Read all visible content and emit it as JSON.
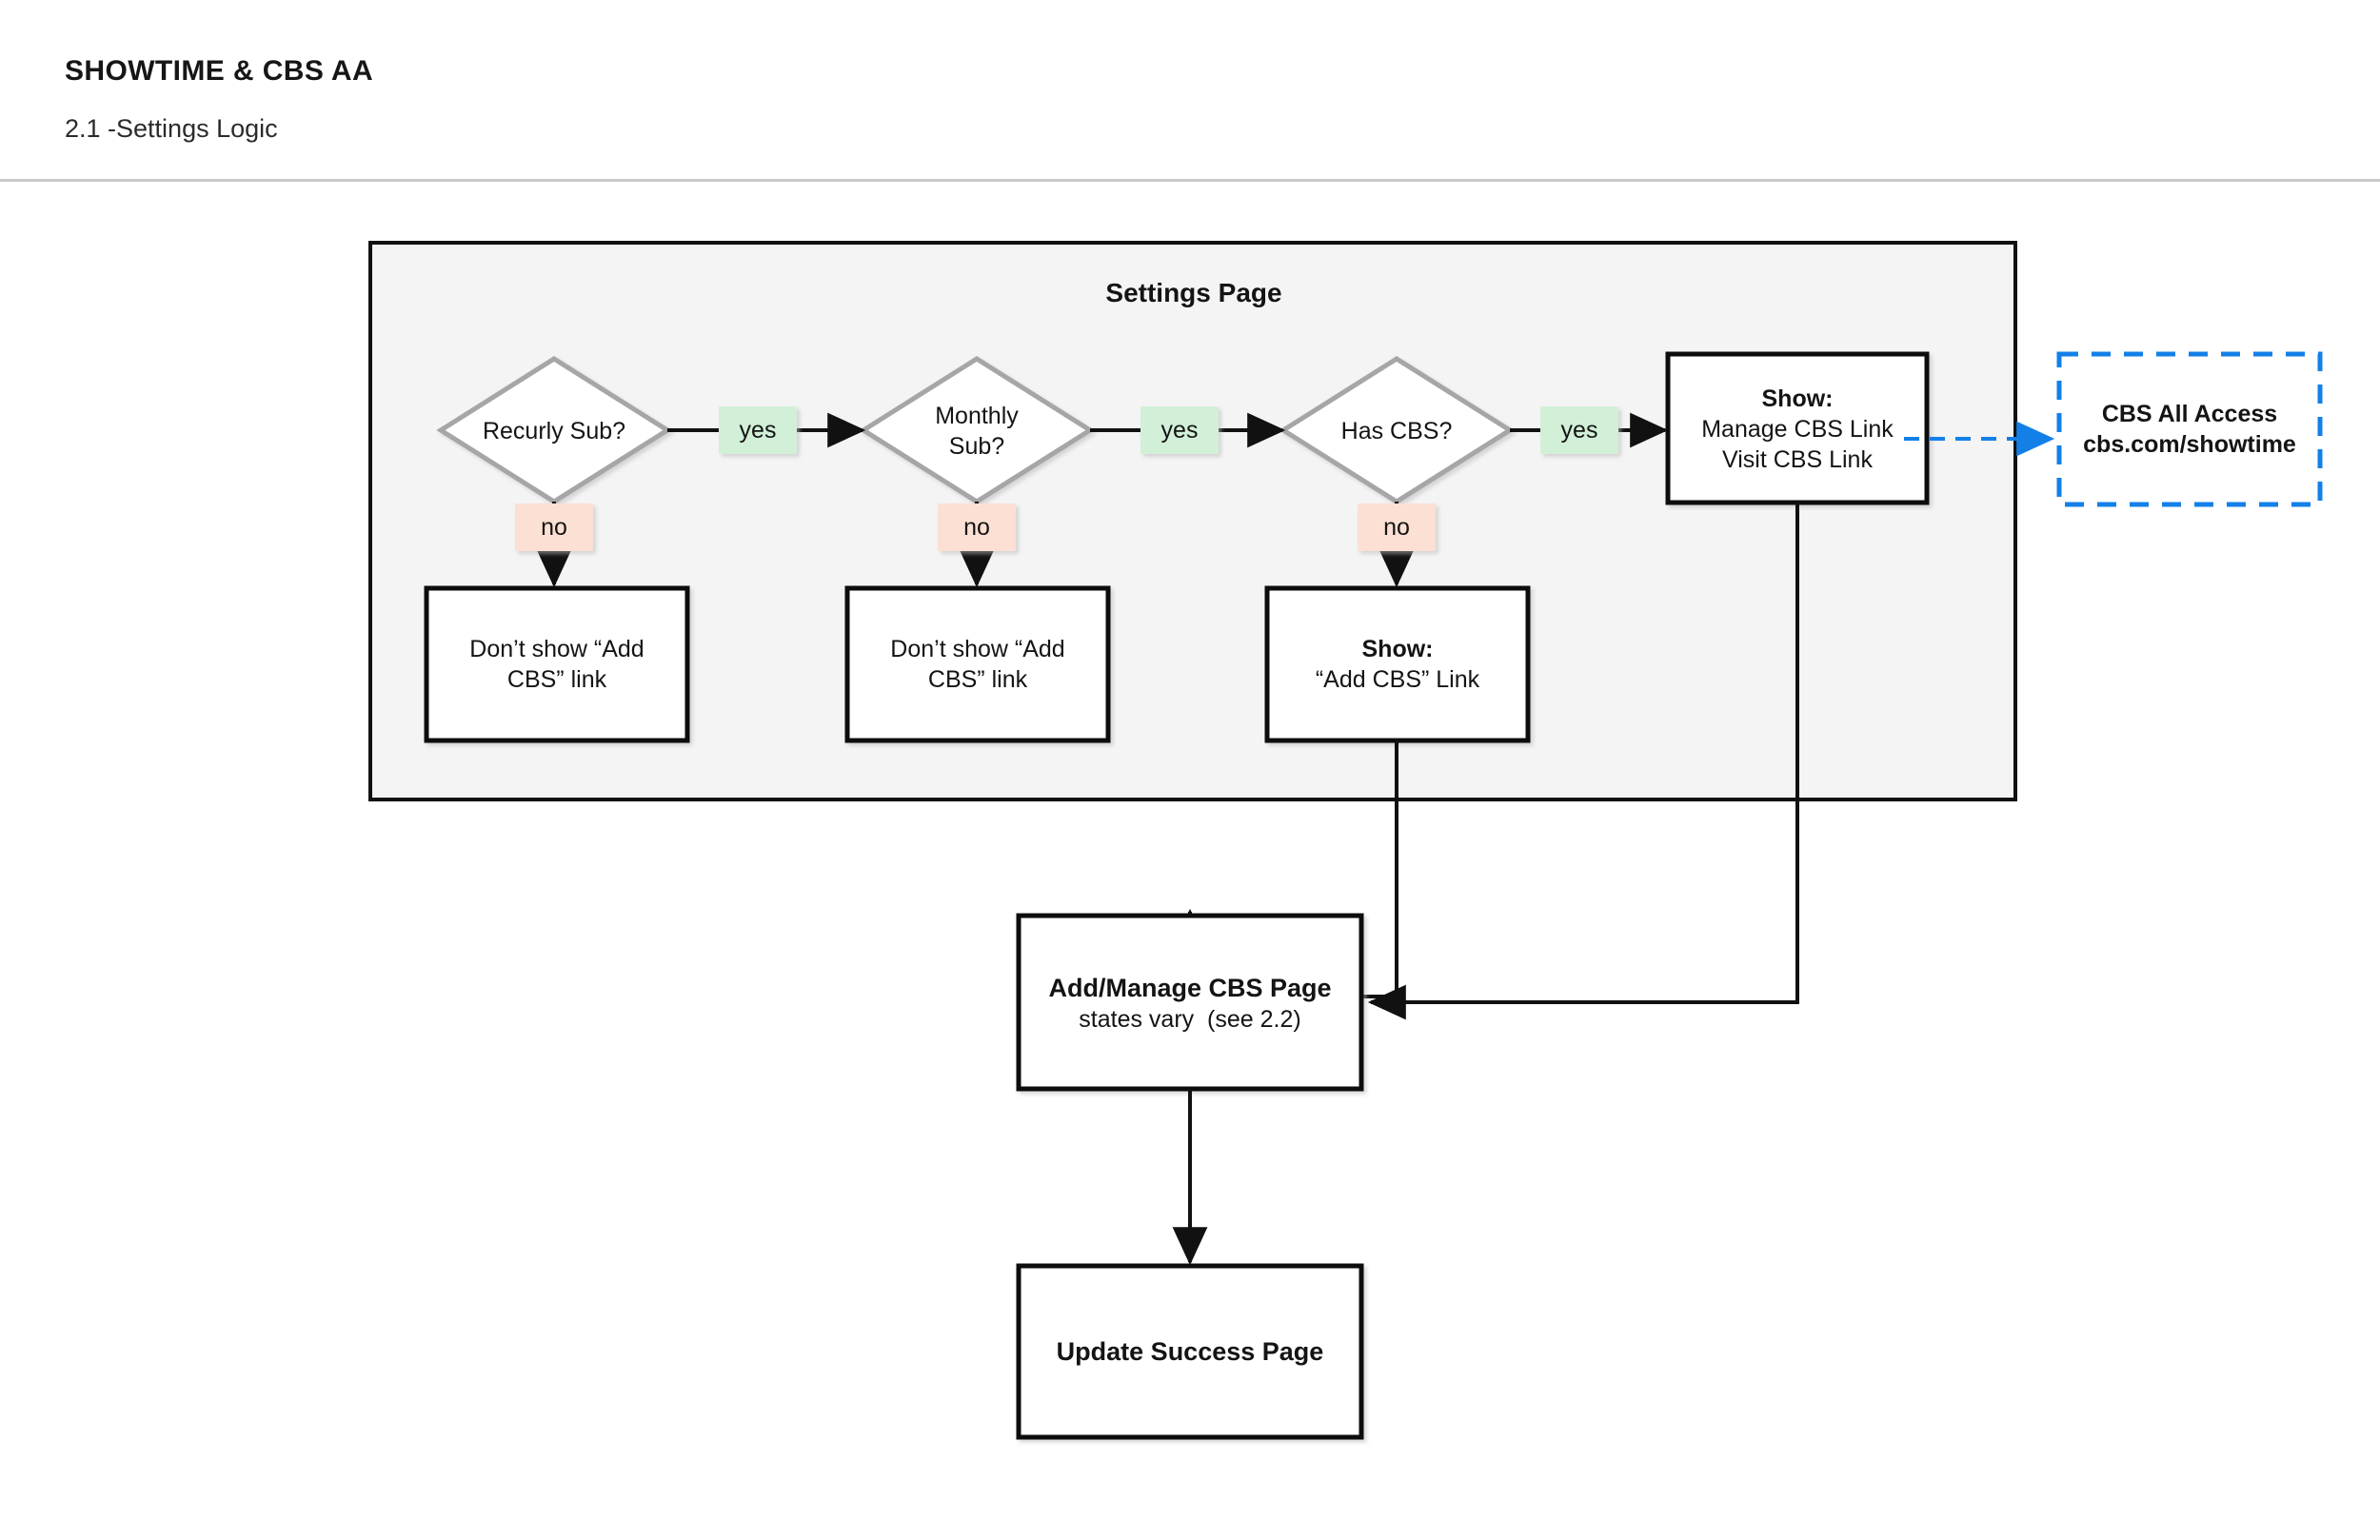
{
  "header": {
    "title": "SHOWTIME & CBS AA",
    "subtitle": "2.1 -Settings Logic"
  },
  "colors": {
    "yes_badge_fill": "#d2f0d8",
    "no_badge_fill": "#fce0d3",
    "group_fill": "#f4f4f4",
    "group_border": "#111111",
    "diamond_border": "#a6a6a6",
    "node_border": "#111111",
    "dashed_blue": "#1380e8",
    "line": "#111111",
    "rule": "#c9c9c9"
  },
  "diagram": {
    "type": "flowchart",
    "group": {
      "title": "Settings Page"
    },
    "decisions": [
      {
        "id": "recurly",
        "label": "Recurly Sub?",
        "lines": [
          "Recurly Sub?"
        ]
      },
      {
        "id": "monthly",
        "label": "Monthly Sub?",
        "lines": [
          "Monthly",
          "Sub?"
        ]
      },
      {
        "id": "hascbs",
        "label": "Has CBS?",
        "lines": [
          "Has CBS?"
        ]
      }
    ],
    "edge_labels": {
      "yes": "yes",
      "no": "no"
    },
    "yes_labels": [
      "yes",
      "yes",
      "yes"
    ],
    "no_labels": [
      "no",
      "no",
      "no"
    ],
    "nodes": [
      {
        "id": "no-recurly",
        "title": "",
        "lines": [
          "Don’t show “Add",
          "CBS” link"
        ],
        "bold_first": false
      },
      {
        "id": "no-monthly",
        "title": "",
        "lines": [
          "Don’t show “Add",
          "CBS” link"
        ],
        "bold_first": false
      },
      {
        "id": "no-hascbs",
        "title": "Show:",
        "lines": [
          "“Add CBS” Link"
        ],
        "bold_first": true
      },
      {
        "id": "yes-hascbs",
        "title": "Show:",
        "lines": [
          "Manage CBS Link",
          "Visit CBS Link"
        ],
        "bold_first": true
      }
    ],
    "external": {
      "id": "cbs-all-access",
      "lines": [
        "CBS All Access",
        "cbs.com/showtime"
      ],
      "style": "dashed-blue"
    },
    "downstream": [
      {
        "id": "add-manage-cbs-page",
        "title": "Add/Manage CBS Page",
        "subtitle": "states vary  (see 2.2)"
      },
      {
        "id": "update-success-page",
        "title": "Update Success Page",
        "subtitle": ""
      }
    ]
  }
}
